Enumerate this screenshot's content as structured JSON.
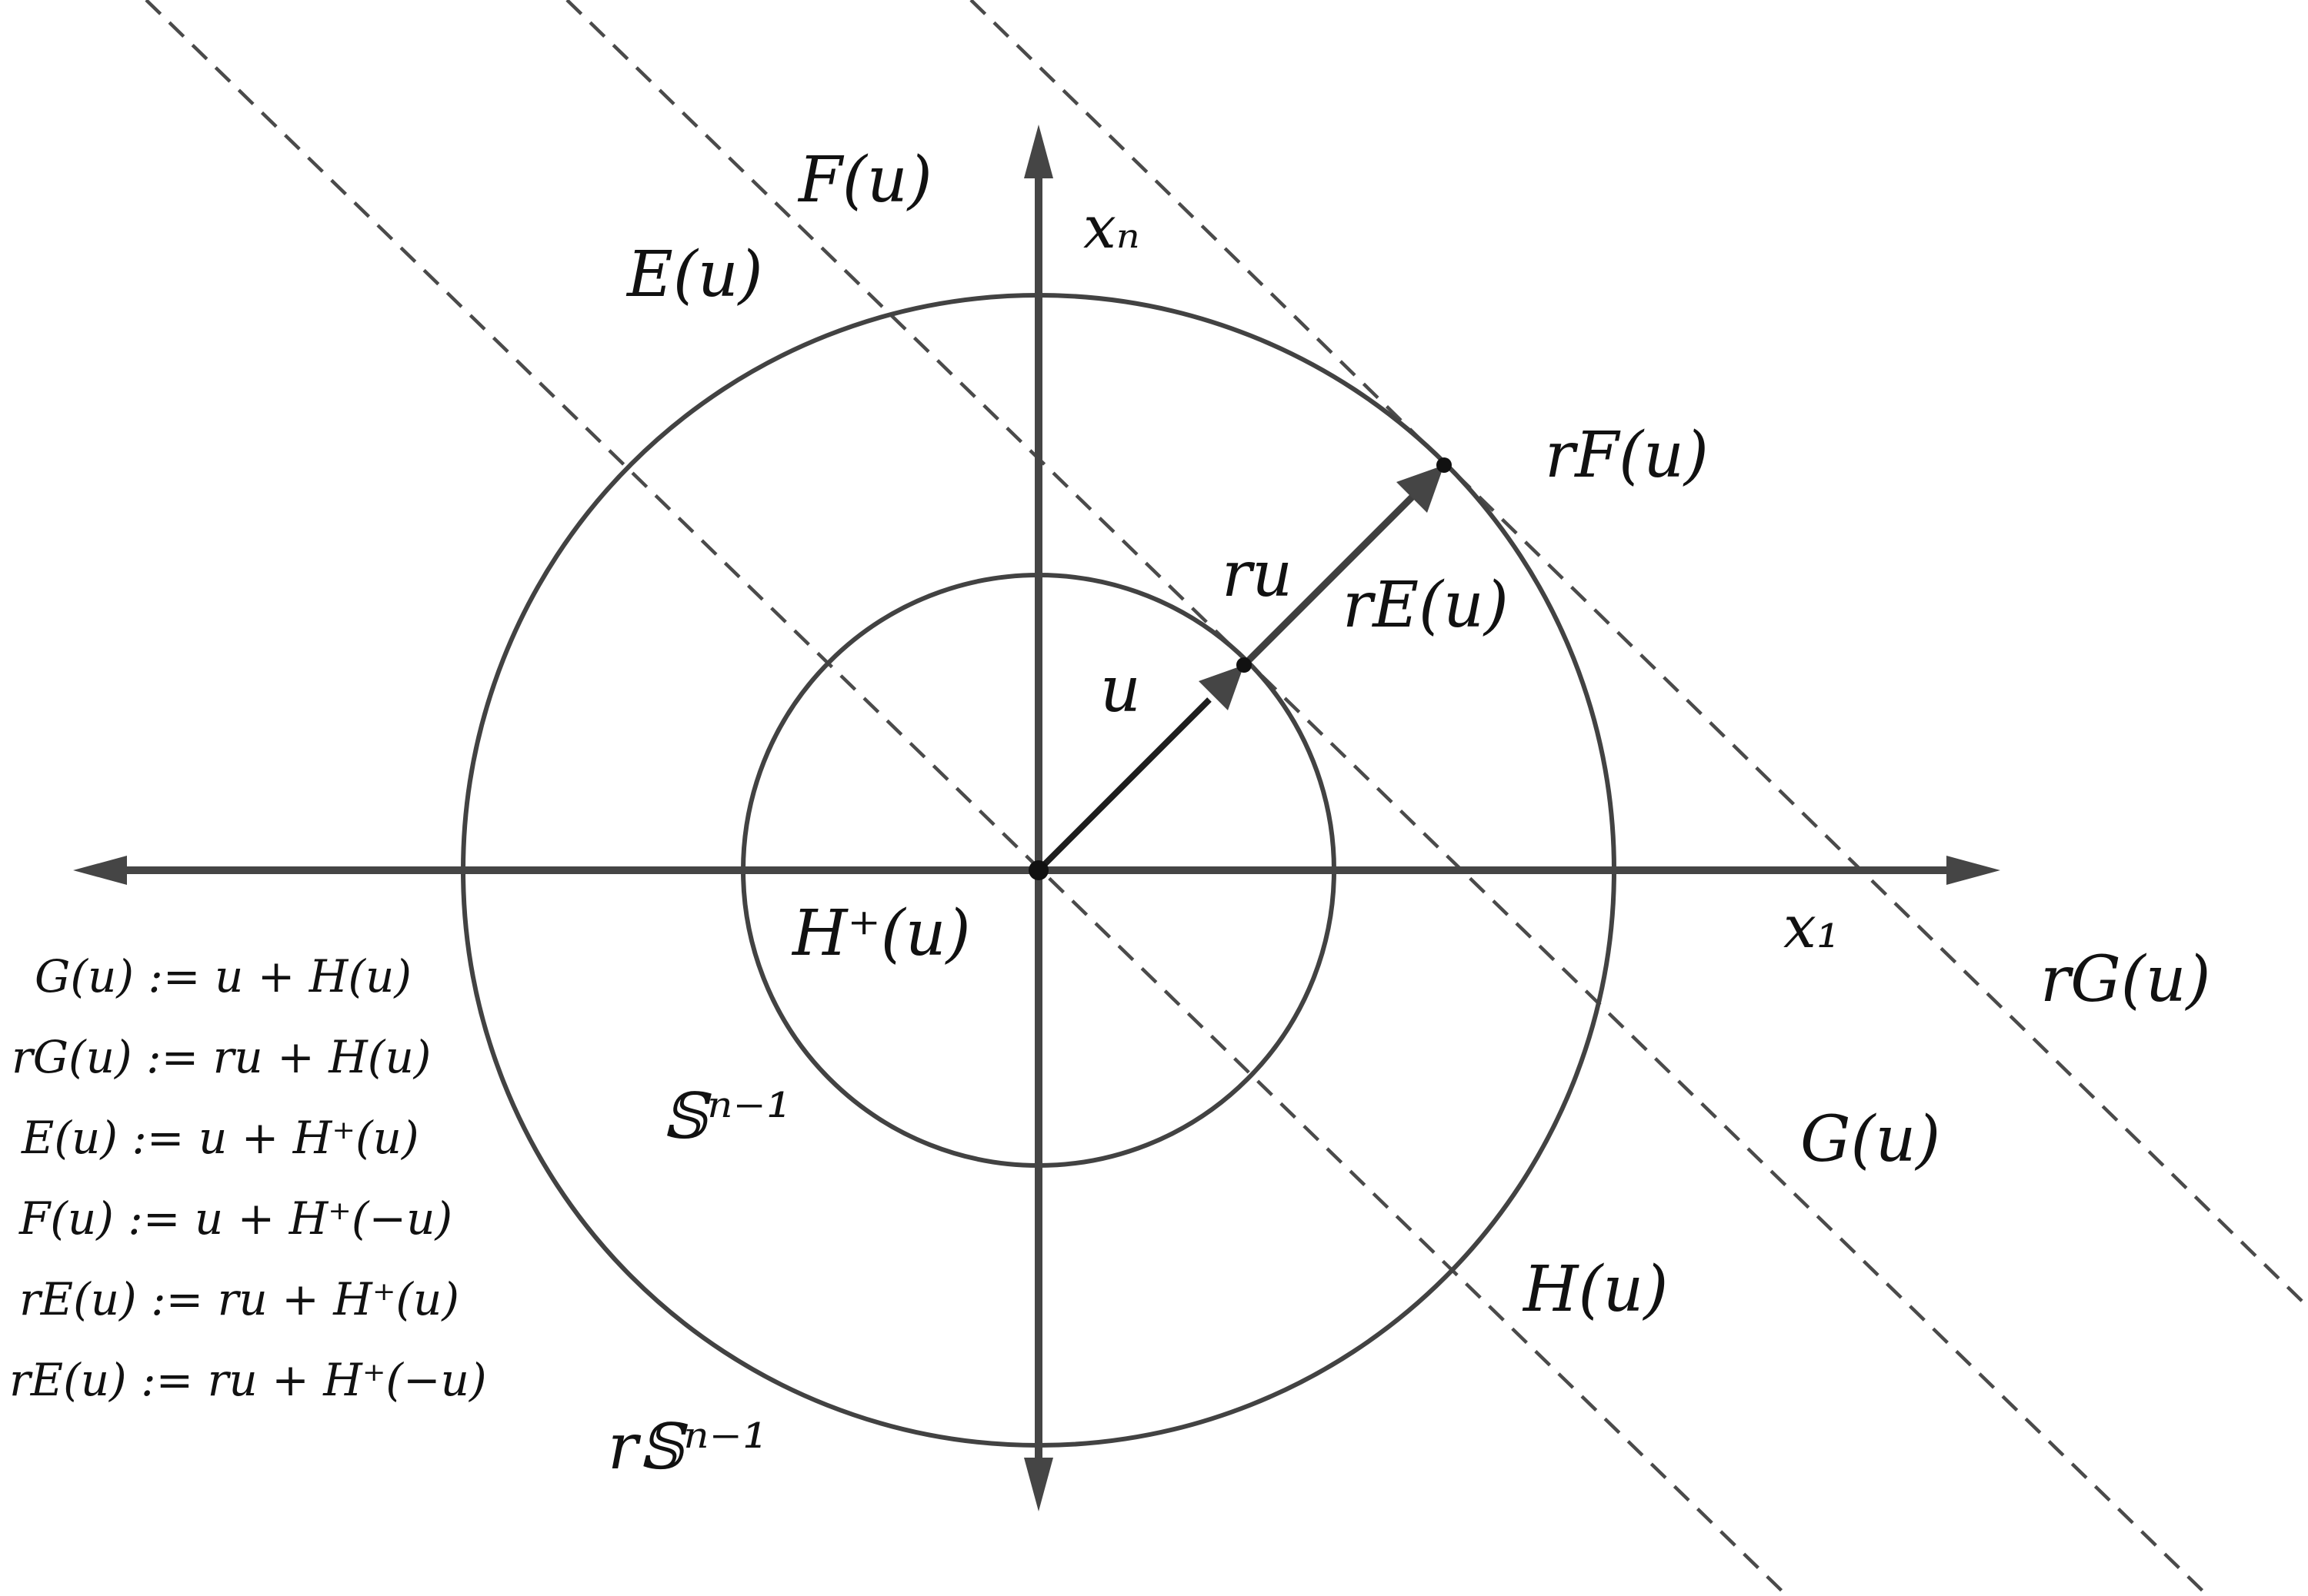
{
  "diagram": {
    "axis_labels": {
      "x1": "x₁",
      "xn": "xₙ"
    },
    "region_labels": {
      "F_u": "F(u)",
      "E_u": "E(u)",
      "rF_u": "rF(u)",
      "ru": "ru",
      "rE_u": "rE(u)",
      "u": "u",
      "H_plus_u": "H⁺(u)",
      "rG_u": "rG(u)",
      "G_u": "G(u)",
      "H_u": "H(u)",
      "sphere": "𝕊ⁿ⁻¹",
      "r_sphere": "r𝕊ⁿ⁻¹"
    },
    "definitions": [
      "G(u) := u + H(u)",
      "rG(u) := ru + H(u)",
      "E(u) := u + H⁺(u)",
      "F(u) := u + H⁺(−u)",
      "rE(u) := ru + H⁺(u)",
      "rE(u) := ru + H⁺(−u)"
    ]
  }
}
